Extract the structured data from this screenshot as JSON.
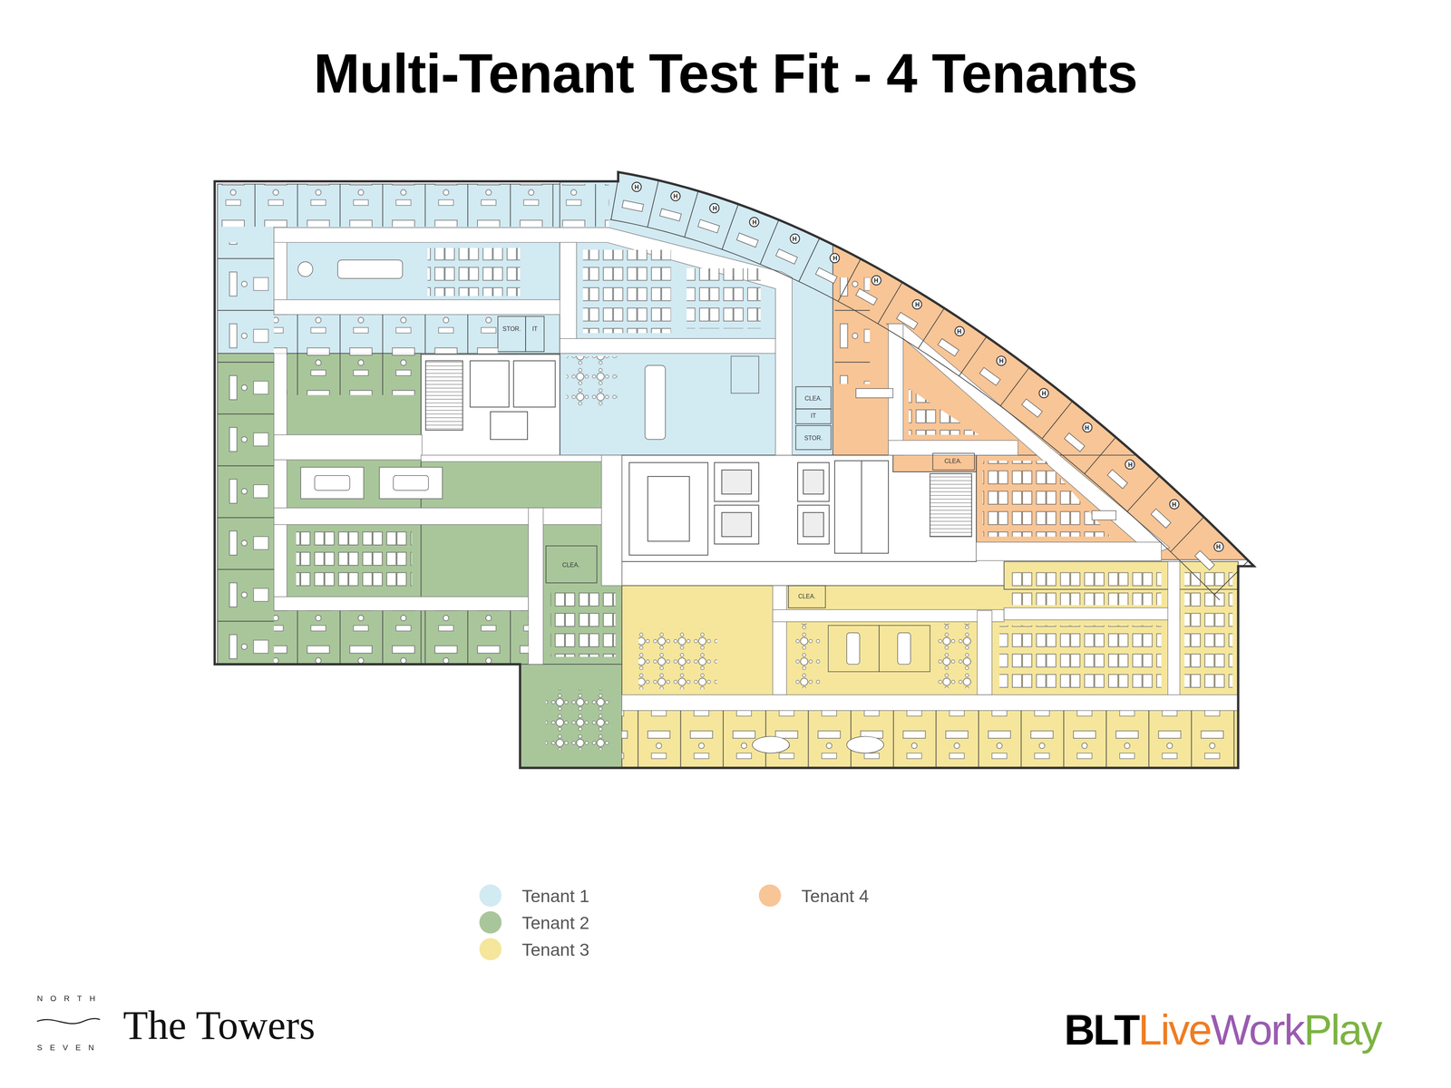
{
  "diagram": {
    "title": "Multi-Tenant Test Fit - 4 Tenants",
    "labels": [
      "H",
      "H",
      "H",
      "H",
      "H",
      "H",
      "H",
      "H",
      "H",
      "H",
      "H",
      "H",
      "H",
      "H",
      "H",
      "STOR.",
      "IT",
      "CLEA.",
      "IT",
      "STOR.",
      "CLEA.",
      "CLEA.",
      "CLEA.",
      "NORTH",
      "SEVEN",
      "The Towers",
      "BLT",
      "Live",
      "Work",
      "Play"
    ],
    "legend": [
      {
        "text": "Tenant 1",
        "color": "#d2eaf2"
      },
      {
        "text": "Tenant 2",
        "color": "#a9c69b"
      },
      {
        "text": "Tenant 3",
        "color": "#f5e69c"
      },
      {
        "text": "Tenant 4",
        "color": "#f8c596"
      }
    ]
  }
}
